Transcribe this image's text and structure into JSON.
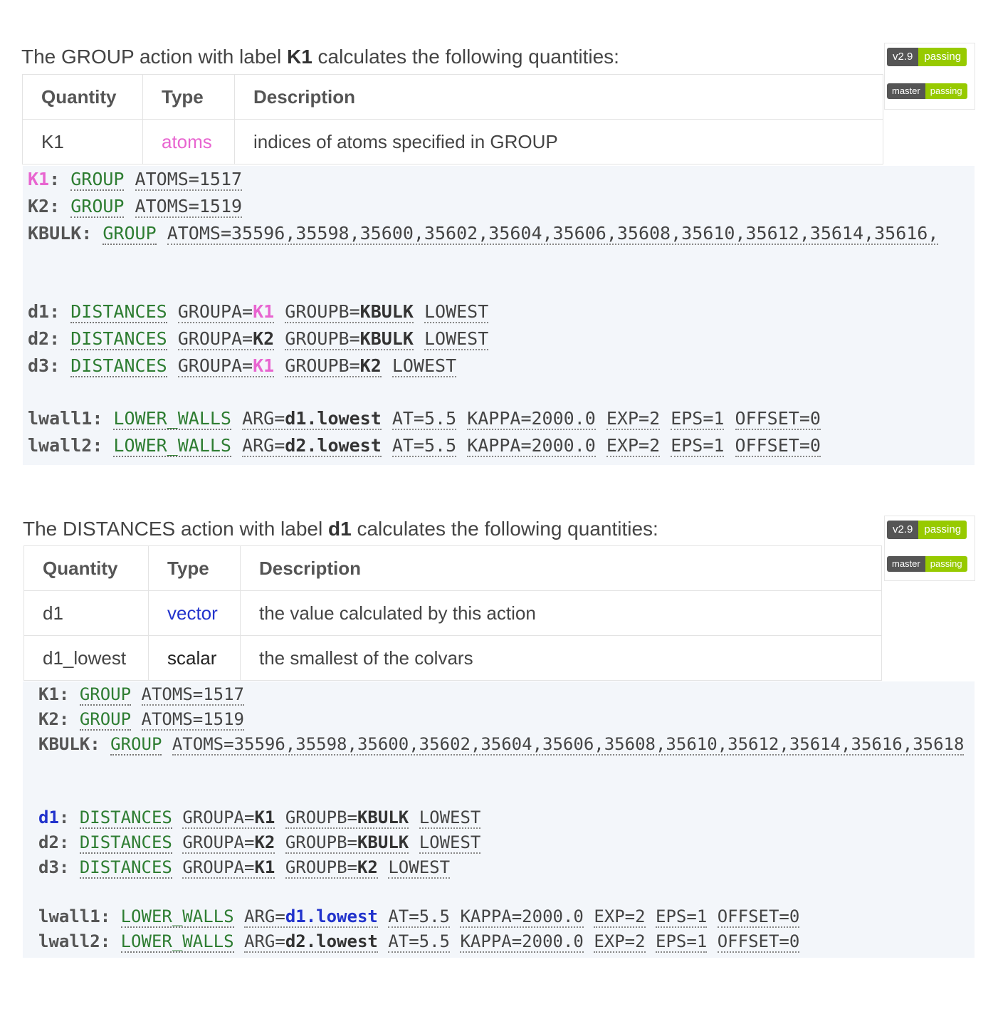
{
  "sections": [
    {
      "heading": {
        "prefix": "The GROUP action with label ",
        "label": "K1",
        "suffix": " calculates the following quantities:"
      },
      "table": {
        "headers": [
          "Quantity",
          "Type",
          "Description"
        ],
        "rows": [
          {
            "quantity": "K1",
            "type": "atoms",
            "type_color": "#e865d0",
            "description": "indices of atoms specified in GROUP"
          }
        ]
      },
      "badges": [
        {
          "version": "v2.9",
          "status": "passing"
        },
        {
          "version": "master",
          "status": "passing"
        }
      ],
      "code": {
        "k1_label": "K1",
        "k2_label": "K2",
        "kbulk_label": "KBULK",
        "group_kw": "GROUP",
        "k1_atoms": "ATOMS=1517",
        "k2_atoms": "ATOMS=1519",
        "kbulk_atoms": "ATOMS=35596,35598,35600,35602,35604,35606,35608,35610,35612,35614,35616,",
        "d1_label": "d1",
        "d2_label": "d2",
        "d3_label": "d3",
        "distances_kw": "DISTANCES",
        "groupa": "GROUPA=",
        "groupb": "GROUPB=",
        "k1": "K1",
        "k2": "K2",
        "kbulk": "KBULK",
        "lowest": "LOWEST",
        "lwall1_label": "lwall1",
        "lwall2_label": "lwall2",
        "lower_walls_kw": "LOWER_WALLS",
        "arg": "ARG=",
        "d1_lowest": "d1.lowest",
        "d2_lowest": "d2.lowest",
        "at": "AT=5.5",
        "kappa": "KAPPA=2000.0",
        "exp": "EXP=2",
        "eps": "EPS=1",
        "offset": "OFFSET=0"
      }
    },
    {
      "heading": {
        "prefix": "The DISTANCES action with label ",
        "label": "d1",
        "suffix": " calculates the following quantities:"
      },
      "table": {
        "headers": [
          "Quantity",
          "Type",
          "Description"
        ],
        "rows": [
          {
            "quantity": "d1",
            "type": "vector",
            "type_color": "#2233cc",
            "description": "the value calculated by this action"
          },
          {
            "quantity": "d1_lowest",
            "type": "scalar",
            "type_color": "#222222",
            "description": "the smallest of the colvars"
          }
        ]
      },
      "badges": [
        {
          "version": "v2.9",
          "status": "passing"
        },
        {
          "version": "master",
          "status": "passing"
        }
      ],
      "code": {
        "kbulk_atoms": "ATOMS=35596,35598,35600,35602,35604,35606,35608,35610,35612,35614,35616,35618"
      }
    }
  ]
}
